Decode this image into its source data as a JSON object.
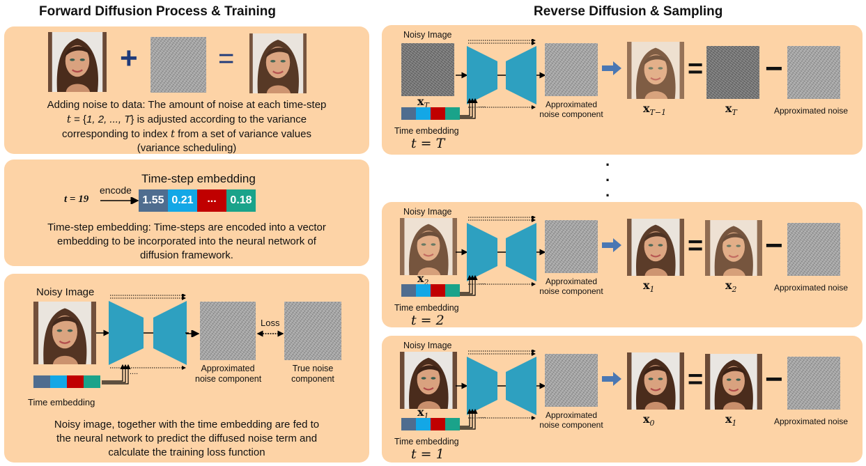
{
  "left_title": "Forward Diffusion Process & Training",
  "right_title": "Reverse Diffusion & Sampling",
  "forward": {
    "plus": "+",
    "equals": "=",
    "desc_line1": "Adding noise to data: The amount of noise at each time-step",
    "desc_line2_a": "t",
    "desc_line2_b": " = {",
    "desc_line2_c": "1, 2, ..., T",
    "desc_line2_d": "} is adjusted according to the variance",
    "desc_line3_a": "corresponding to index ",
    "desc_line3_b": "t",
    "desc_line3_c": " from a set of variance values",
    "desc_line4": "(variance scheduling)"
  },
  "embedding": {
    "header": "Time-step embedding",
    "t_label": "t = 19",
    "encode_label": "encode",
    "values": [
      "1.55",
      "0.21",
      "...",
      "0.18"
    ],
    "colors": [
      "#4f6d8f",
      "#13a7e6",
      "#c00000",
      "#1aa38a"
    ],
    "desc_line1": "Time-step embedding: Time-steps are encoded into a vector",
    "desc_line2": "embedding to be incorporated into the neural network of",
    "desc_line3": "diffusion framework."
  },
  "training": {
    "noisy_image_label": "Noisy Image",
    "loss_label": "Loss",
    "approx_label_1": "Approximated",
    "approx_label_2": "noise component",
    "true_label_1": "True noise",
    "true_label_2": "component",
    "time_embedding_label": "Time embedding",
    "ellipsis": "....",
    "desc_line1": "Noisy image, together with the time embedding are fed to",
    "desc_line2": "the neural network to predict the diffused noise term and",
    "desc_line3": "calculate the training loss function"
  },
  "reverse_rows": [
    {
      "noisy_image_label": "Noisy Image",
      "input_symbol": "x",
      "input_sub": "T",
      "time_embedding_label": "Time embedding",
      "t_eq": "t = T",
      "approx_label_1": "Approximated",
      "approx_label_2": "noise component",
      "output_symbol": "x",
      "output_sub": "T−1",
      "rhs_symbol": "x",
      "rhs_sub": "T",
      "approx_noise_label": "Approximated noise",
      "ellipsis": "...."
    },
    {
      "noisy_image_label": "Noisy Image",
      "input_symbol": "x",
      "input_sub": "2",
      "time_embedding_label": "Time embedding",
      "t_eq": "t = 2",
      "approx_label_1": "Approximated",
      "approx_label_2": "noise component",
      "output_symbol": "x",
      "output_sub": "1",
      "rhs_symbol": "x",
      "rhs_sub": "2",
      "approx_noise_label": "Approximated noise",
      "ellipsis": "...."
    },
    {
      "noisy_image_label": "Noisy Image",
      "input_symbol": "x",
      "input_sub": "1",
      "time_embedding_label": "Time embedding",
      "t_eq": "t = 1",
      "approx_label_1": "Approximated",
      "approx_label_2": "noise component",
      "output_symbol": "x",
      "output_sub": "0",
      "rhs_symbol": "x",
      "rhs_sub": "1",
      "approx_noise_label": "Approximated noise",
      "ellipsis": "...."
    }
  ],
  "vertical_dots": "·",
  "op_equals": "=",
  "op_minus": "−",
  "network_color": "#2ea0c0",
  "panel_color": "#fdd3a6"
}
